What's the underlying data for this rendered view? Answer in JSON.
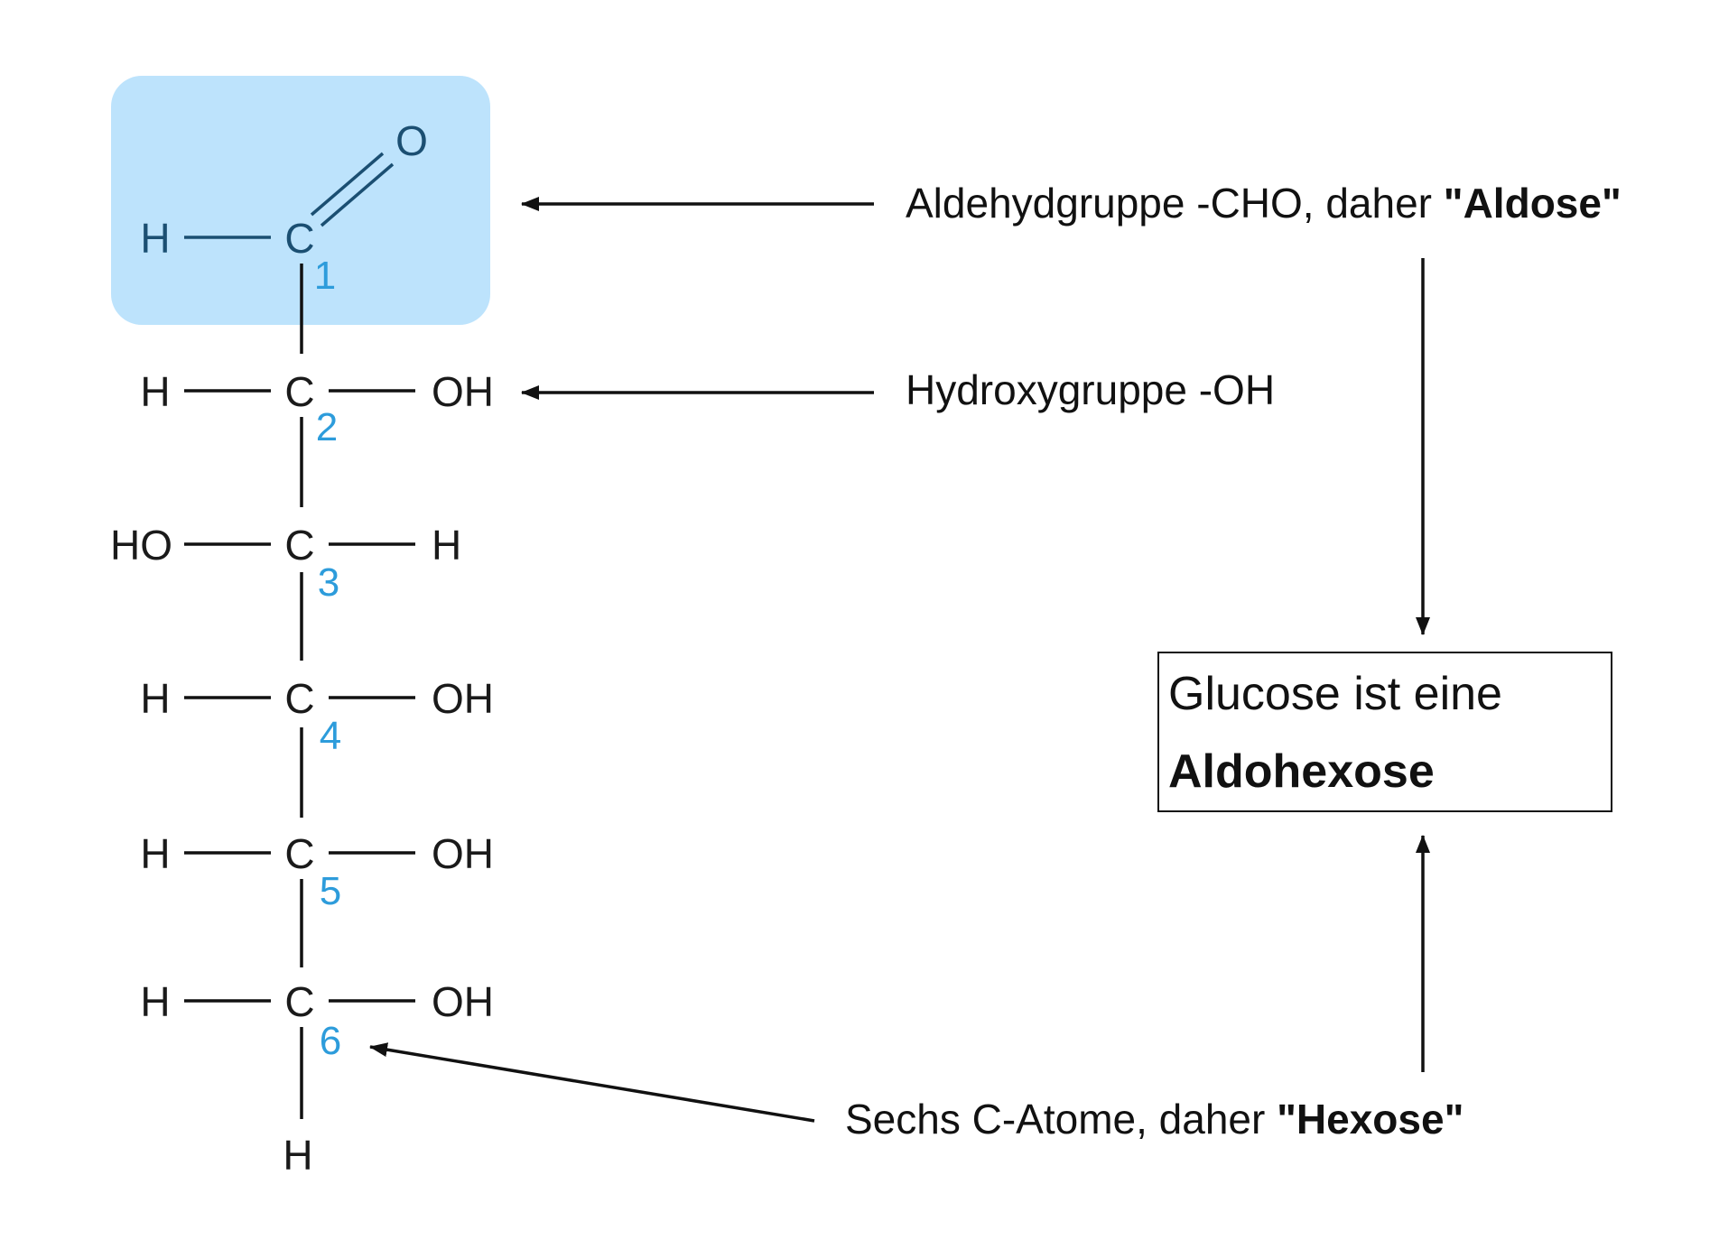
{
  "highlight_color": "#bde3fc",
  "carbon_number_color": "#2d9cdb",
  "molecule": {
    "aldehyde": {
      "h": "H",
      "c": "C",
      "o": "O",
      "number": "1"
    },
    "rows": [
      {
        "left": "H",
        "c": "C",
        "right": "OH",
        "number": "2"
      },
      {
        "left": "HO",
        "c": "C",
        "right": "H",
        "number": "3"
      },
      {
        "left": "H",
        "c": "C",
        "right": "OH",
        "number": "4"
      },
      {
        "left": "H",
        "c": "C",
        "right": "OH",
        "number": "5"
      },
      {
        "left": "H",
        "c": "C",
        "right": "OH",
        "number": "6"
      }
    ],
    "bottom_h": "H"
  },
  "annotations": {
    "aldehyde": {
      "text": "Aldehydgruppe -CHO, daher ",
      "bold": "\"Aldose\""
    },
    "hydroxy": {
      "text": "Hydroxygruppe -OH"
    },
    "hexose": {
      "text": "Sechs C-Atome, daher ",
      "bold": "\"Hexose\""
    }
  },
  "result": {
    "line1": "Glucose ist eine",
    "line2": "Aldohexose"
  }
}
